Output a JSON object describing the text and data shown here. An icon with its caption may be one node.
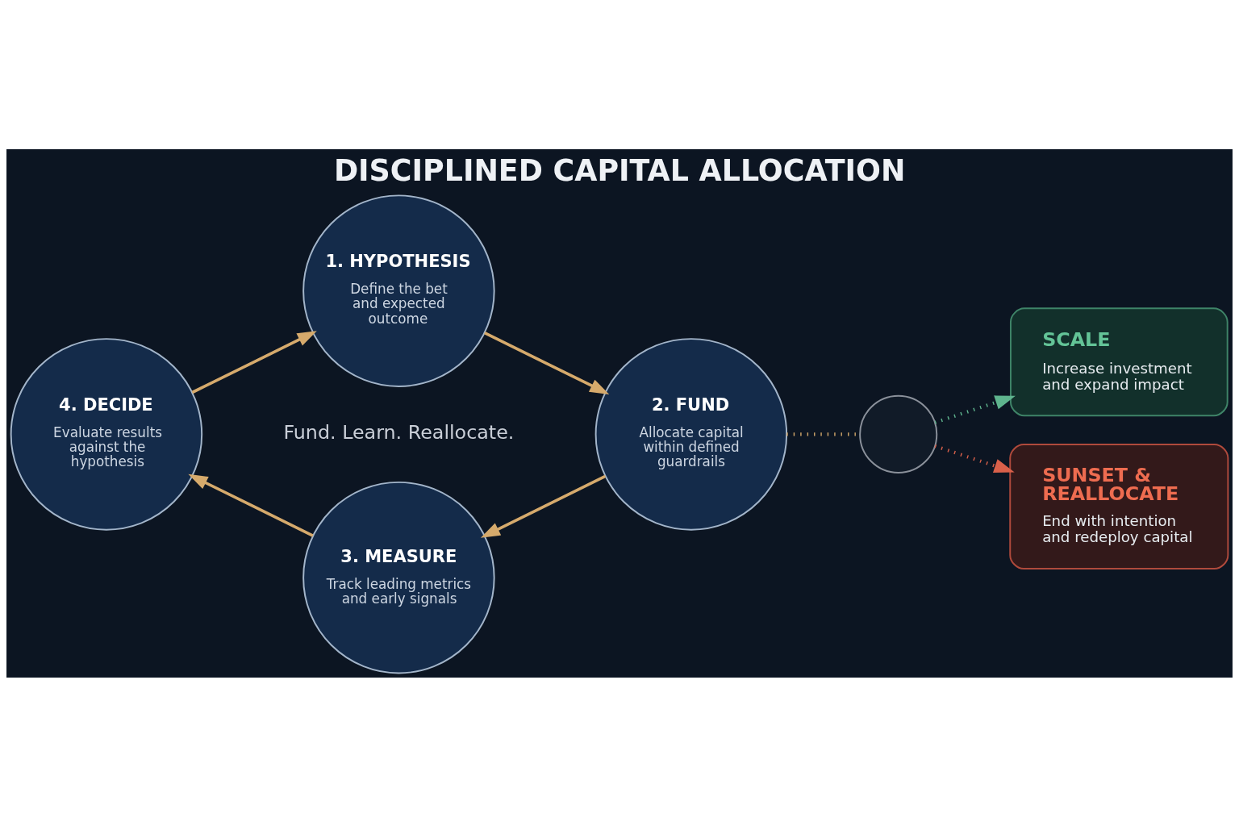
{
  "diagram": {
    "title": "DISCIPLINED CAPITAL ALLOCATION",
    "nodes": [
      {
        "text": [
          "1. HYPOTHESIS",
          "Define the bet and expected outcome"
        ]
      },
      {
        "text": [
          "2. FUND",
          "Allocate capital within defined guardrails"
        ]
      },
      {
        "text": [
          "3. MEASURE",
          "Track leading metrics and early signals"
        ]
      },
      {
        "text": [
          "4. DECIDE",
          "Evaluate results against the hypothesis"
        ]
      },
      {
        "text": [],
        "shape": "circle"
      },
      {
        "text": [
          "SCALE",
          "Increase investment and expand impact"
        ]
      },
      {
        "text": [
          "SUNSET & REALLOCATE",
          "End with intention and redeploy capital"
        ]
      }
    ],
    "edges": [
      {
        "from": 0,
        "to": 1,
        "arrow": "to"
      },
      {
        "from": 1,
        "to": 2,
        "arrow": "to"
      },
      {
        "from": 2,
        "to": 3,
        "arrow": "to"
      },
      {
        "from": 3,
        "to": 0,
        "arrow": "to"
      },
      {
        "from": 1,
        "to": 4,
        "arrow": "none",
        "style": "dashed"
      },
      {
        "from": 4,
        "to": 5,
        "arrow": "to",
        "style": "dashed",
        "color": "#5fb48e"
      },
      {
        "from": 4,
        "to": 6,
        "arrow": "to",
        "style": "dashed",
        "color": "#d9604a"
      }
    ],
    "labels": [
      "Fund. Learn. Reallocate."
    ]
  }
}
